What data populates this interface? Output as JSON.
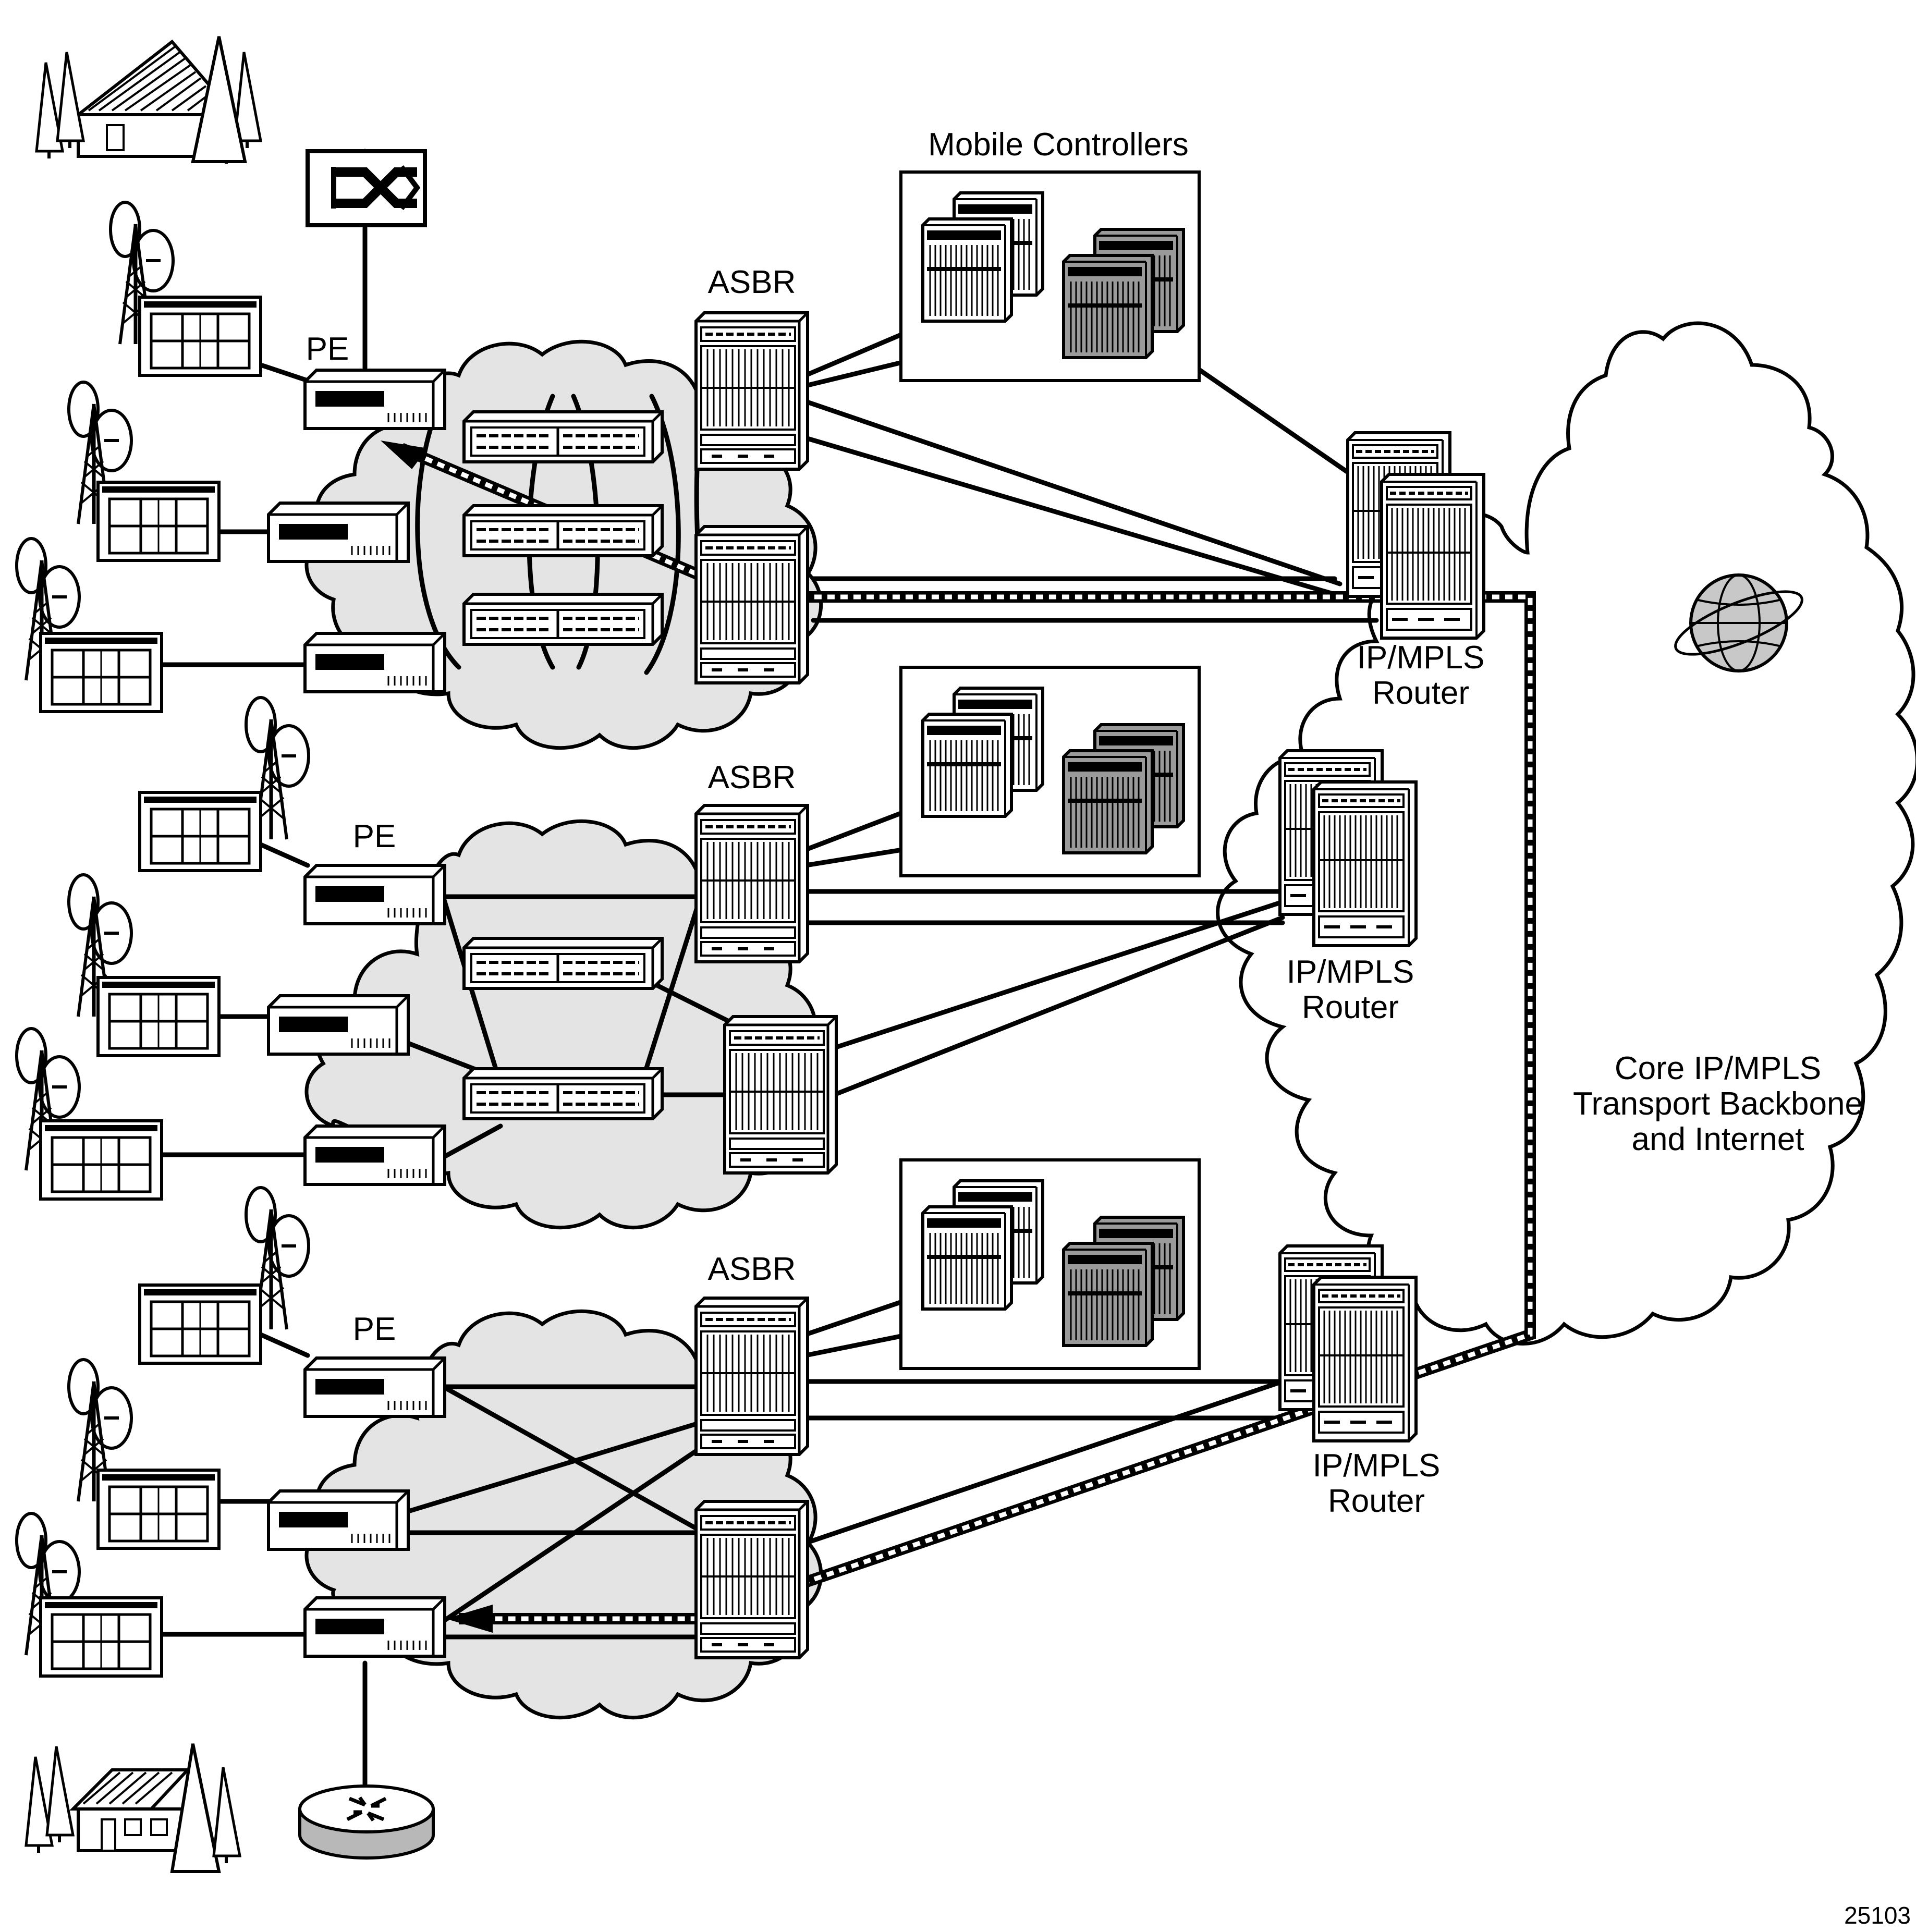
{
  "labels": {
    "mobile_controllers": "Mobile Controllers",
    "asbr_1": "ASBR",
    "asbr_2": "ASBR",
    "asbr_3": "ASBR",
    "pe_1": "PE",
    "pe_2": "PE",
    "pe_3": "PE",
    "router_1_line1": "IP/MPLS",
    "router_1_line2": "Router",
    "router_2_line1": "IP/MPLS",
    "router_2_line2": "Router",
    "router_3_line1": "IP/MPLS",
    "router_3_line2": "Router",
    "core_line1": "Core IP/MPLS",
    "core_line2": "Transport Backbone",
    "core_line3": "and Internet",
    "figure_number": "25103"
  },
  "colors": {
    "line": "#000000",
    "cloud_fill": "#e4e4e4",
    "controller_fill": "#9a9a9a",
    "globe_fill": "#c8c8c8"
  },
  "icons": [
    "cell-tower-icon",
    "base-station-icon",
    "pe-router-icon",
    "aggregation-switch-icon",
    "asbr-chassis-icon",
    "mobile-controller-icon",
    "ip-mpls-router-icon",
    "globe-icon",
    "switch-crossbar-icon",
    "router-icon",
    "enterprise-building-icon",
    "house-icon"
  ]
}
